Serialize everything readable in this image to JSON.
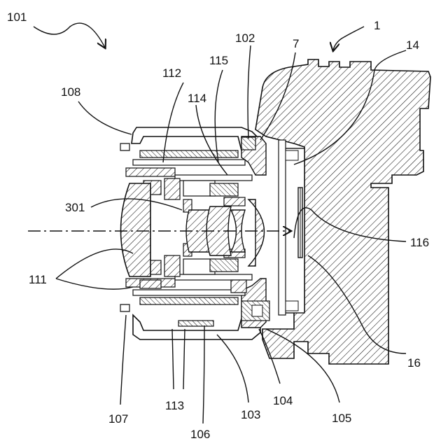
{
  "figure": {
    "reference_numerals": {
      "r101": "101",
      "r1": "1",
      "r102": "102",
      "r7": "7",
      "r14": "14",
      "r112": "112",
      "r115": "115",
      "r108": "108",
      "r114": "114",
      "r301": "301",
      "r116": "116",
      "r111": "111",
      "r16": "16",
      "r104": "104",
      "r105": "105",
      "r107": "107",
      "r113": "113",
      "r103": "103",
      "r106": "106"
    },
    "colors": {
      "line": "#111111",
      "background": "#ffffff"
    }
  }
}
